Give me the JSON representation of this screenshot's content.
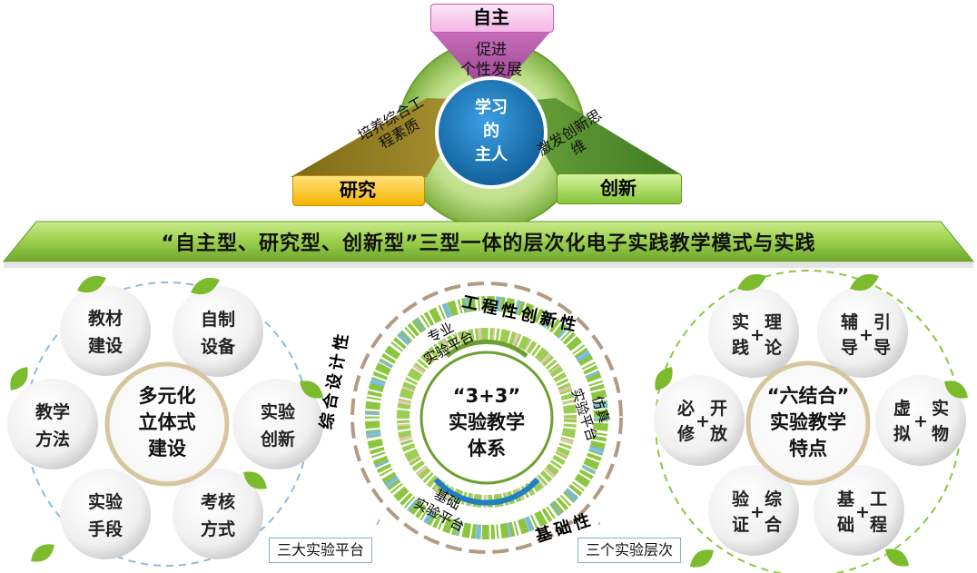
{
  "top": {
    "autonomy_label": "自主",
    "autonomy_desc_1": "促进",
    "autonomy_desc_2": "个性发展",
    "research_label": "研究",
    "research_desc": "培养综合工程素质",
    "innovation_label": "创新",
    "innovation_desc": "激发创新思维",
    "center": [
      "学习",
      "的",
      "主人"
    ]
  },
  "banner": {
    "title": "“自主型、研究型、创新型”三型一体的层次化电子实践教学模式与实践"
  },
  "left_group": {
    "center": [
      "多元化",
      "立体式",
      "建设"
    ],
    "petals": [
      {
        "l1": "教材",
        "l2": "建设"
      },
      {
        "l1": "自制",
        "l2": "设备"
      },
      {
        "l1": "实验",
        "l2": "创新"
      },
      {
        "l1": "考核",
        "l2": "方式"
      },
      {
        "l1": "实验",
        "l2": "手段"
      },
      {
        "l1": "教学",
        "l2": "方法"
      }
    ]
  },
  "middle_group": {
    "center": [
      "“3+3”",
      "实验教学",
      "体系"
    ],
    "ring_outer_top": "工程性创新性",
    "ring_outer_left": "综合设计性",
    "ring_outer_bottom": "基础性",
    "platform_1": [
      "专业",
      "实验平台"
    ],
    "platform_2": [
      "仿真",
      "实验平台"
    ],
    "platform_3": [
      "基础",
      "实验平台"
    ],
    "callout_left": "三大实验平台",
    "callout_right": "三个实验层次"
  },
  "right_group": {
    "center": [
      "“六结合”",
      "实验教学",
      "特点"
    ],
    "petals": [
      {
        "a": "实",
        "b": "践",
        "c": "理",
        "d": "论"
      },
      {
        "a": "辅",
        "b": "导",
        "c": "引",
        "d": "导"
      },
      {
        "a": "虚",
        "b": "拟",
        "c": "实",
        "d": "物"
      },
      {
        "a": "基",
        "b": "础",
        "c": "工",
        "d": "程"
      },
      {
        "a": "验",
        "b": "证",
        "c": "综",
        "d": "合"
      },
      {
        "a": "必",
        "b": "修",
        "c": "开",
        "d": "放"
      }
    ]
  },
  "colors": {
    "purple": "#a24d97",
    "olive": "#8c7a1e",
    "green_dark": "#4f8a2a",
    "center_blue": "#1f7fc2",
    "banner_green": "#8cc63f"
  }
}
